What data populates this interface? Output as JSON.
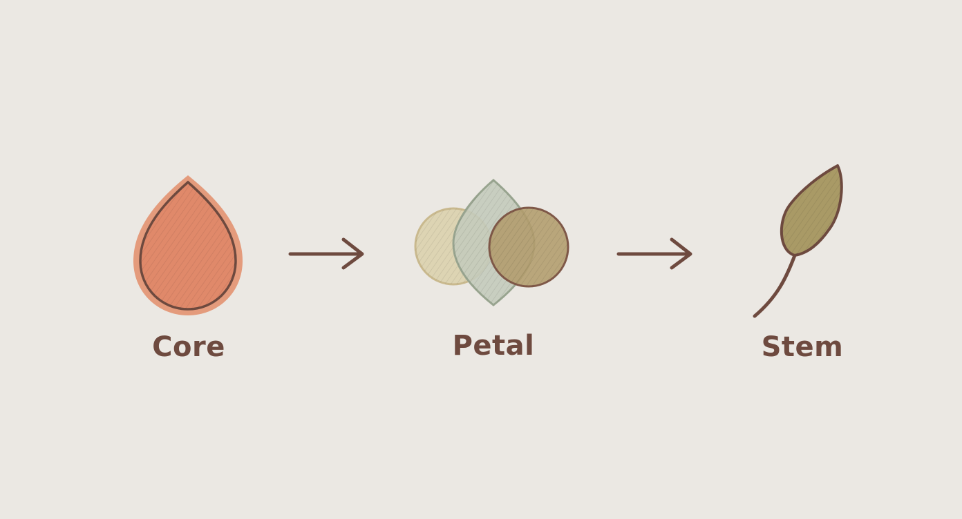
{
  "colors": {
    "background": "#ebe8e3",
    "outline": "#6e4a3f",
    "core_fill": "#e0896a",
    "petal_left_fill": "#ddd4b3",
    "petal_middle_fill": "#c4cbbb",
    "petal_right_fill": "#b29c6c",
    "leaf_fill": "#a99a66"
  },
  "steps": [
    {
      "label": "Core",
      "icon": "drop-icon"
    },
    {
      "label": "Petal",
      "icon": "overlapping-petals-icon"
    },
    {
      "label": "Stem",
      "icon": "leaf-stem-icon"
    }
  ],
  "connectors": [
    "arrow-right-icon",
    "arrow-right-icon"
  ]
}
